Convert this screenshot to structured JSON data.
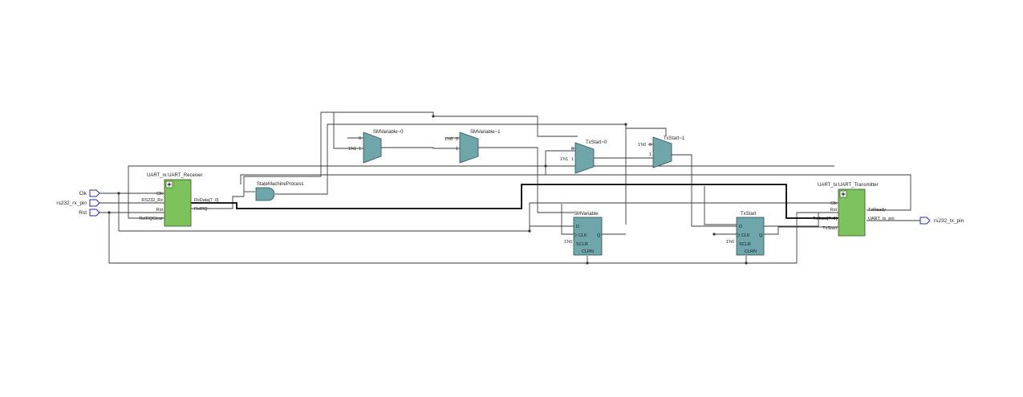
{
  "inputs": {
    "clk": "Clk",
    "rs232_rx_pin": "rs232_rx_pin",
    "rst": "Rst"
  },
  "outputs": {
    "rs232_tx_pin": "rs232_tx_pin"
  },
  "uart_rx": {
    "title": "UART_rx:UART_Receiver",
    "in_clk": "Clk",
    "in_rs232rx": "RS232_Rx",
    "in_rst": "Rst",
    "in_rxirqclear": "RxIRQClear",
    "out_rxdata": "RxData[7..0]",
    "out_rxirq": "RxIRQ"
  },
  "uart_tx": {
    "title": "UART_tx:UART_Transmitter",
    "in_clk": "Clk",
    "in_rst": "Rst",
    "in_txdata": "TxData[7..0]",
    "in_txstart": "TxStart",
    "out_txready": "TxReady",
    "out_uart_tx_pin": "UART_tx_pin"
  },
  "state_machine": {
    "title": "StateMachineProcess"
  },
  "muxes": {
    "sm0": {
      "title": "SMVariable~0",
      "sel_label": "0",
      "const": "1'h1",
      "in1": "1"
    },
    "sm1": {
      "title": "SMVariable~1",
      "const": "1'h0",
      "in0": "0",
      "in1": "1"
    },
    "tx0": {
      "title": "TxStart~0",
      "sel_label": "0",
      "const": "1'h1",
      "in1": "1"
    },
    "tx1": {
      "title": "TxStart~1",
      "const": "1'h0",
      "in0": "0",
      "in1": "1"
    }
  },
  "flipflops": {
    "smvariable": {
      "title": "SMVariable",
      "d": "D",
      "q": "Q",
      "clk": "CLK",
      "sclr": "SCLR",
      "clrn": "CLRN",
      "const": "1'h0"
    },
    "txstart": {
      "title": "TxStart",
      "d": "D",
      "q": "Q",
      "clk": "CLK",
      "sclr": "SCLR",
      "clrn": "CLRN",
      "const": "1'h0"
    }
  },
  "colors": {
    "submodule_fill": "#7dc25b",
    "primitive_fill": "#6fa6ab",
    "io_pin_stroke": "#1e2ea8",
    "wire": "#3a3a3a"
  }
}
